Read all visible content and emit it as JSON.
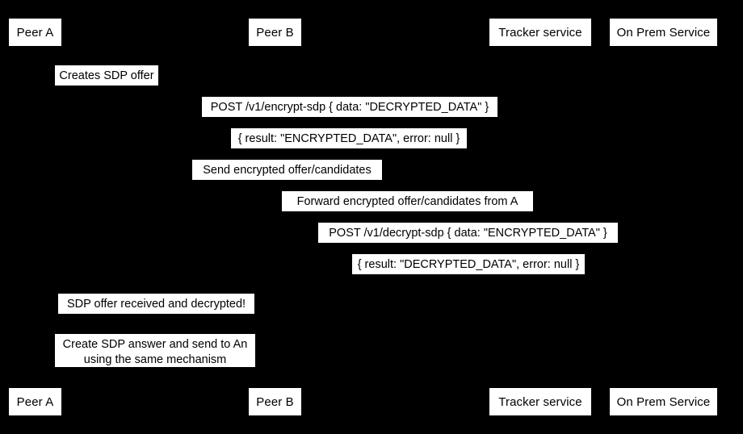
{
  "diagram": {
    "type": "sequence-diagram",
    "title": "",
    "background_color": "#000000",
    "label_background_color": "#ffffff",
    "label_text_color": "#000000"
  },
  "participants": [
    {
      "id": "peer-a",
      "label": "Peer A"
    },
    {
      "id": "peer-b",
      "label": "Peer B"
    },
    {
      "id": "tracker-service",
      "label": "Tracker service"
    },
    {
      "id": "on-prem-service",
      "label": "On Prem Service"
    }
  ],
  "participants_footer": [
    {
      "id": "peer-a",
      "label": "Peer A"
    },
    {
      "id": "peer-b",
      "label": "Peer B"
    },
    {
      "id": "tracker-service",
      "label": "Tracker service"
    },
    {
      "id": "on-prem-service",
      "label": "On Prem Service"
    }
  ],
  "messages": [
    {
      "id": "msg-1",
      "label": "Creates SDP offer"
    },
    {
      "id": "msg-2",
      "label": "POST /v1/encrypt-sdp { data: \"DECRYPTED_DATA\" }"
    },
    {
      "id": "msg-3",
      "label": "{ result: \"ENCRYPTED_DATA\", error: null }"
    },
    {
      "id": "msg-4",
      "label": "Send encrypted offer/candidates"
    },
    {
      "id": "msg-5",
      "label": "Forward encrypted offer/candidates from A"
    },
    {
      "id": "msg-6",
      "label": "POST /v1/decrypt-sdp { data: \"ENCRYPTED_DATA\" }"
    },
    {
      "id": "msg-7",
      "label": "{ result: \"DECRYPTED_DATA\", error: null }"
    },
    {
      "id": "msg-8",
      "label": "SDP offer received and decrypted!"
    },
    {
      "id": "msg-9",
      "label": "Create SDP answer and send to An using the same mechanism"
    }
  ]
}
